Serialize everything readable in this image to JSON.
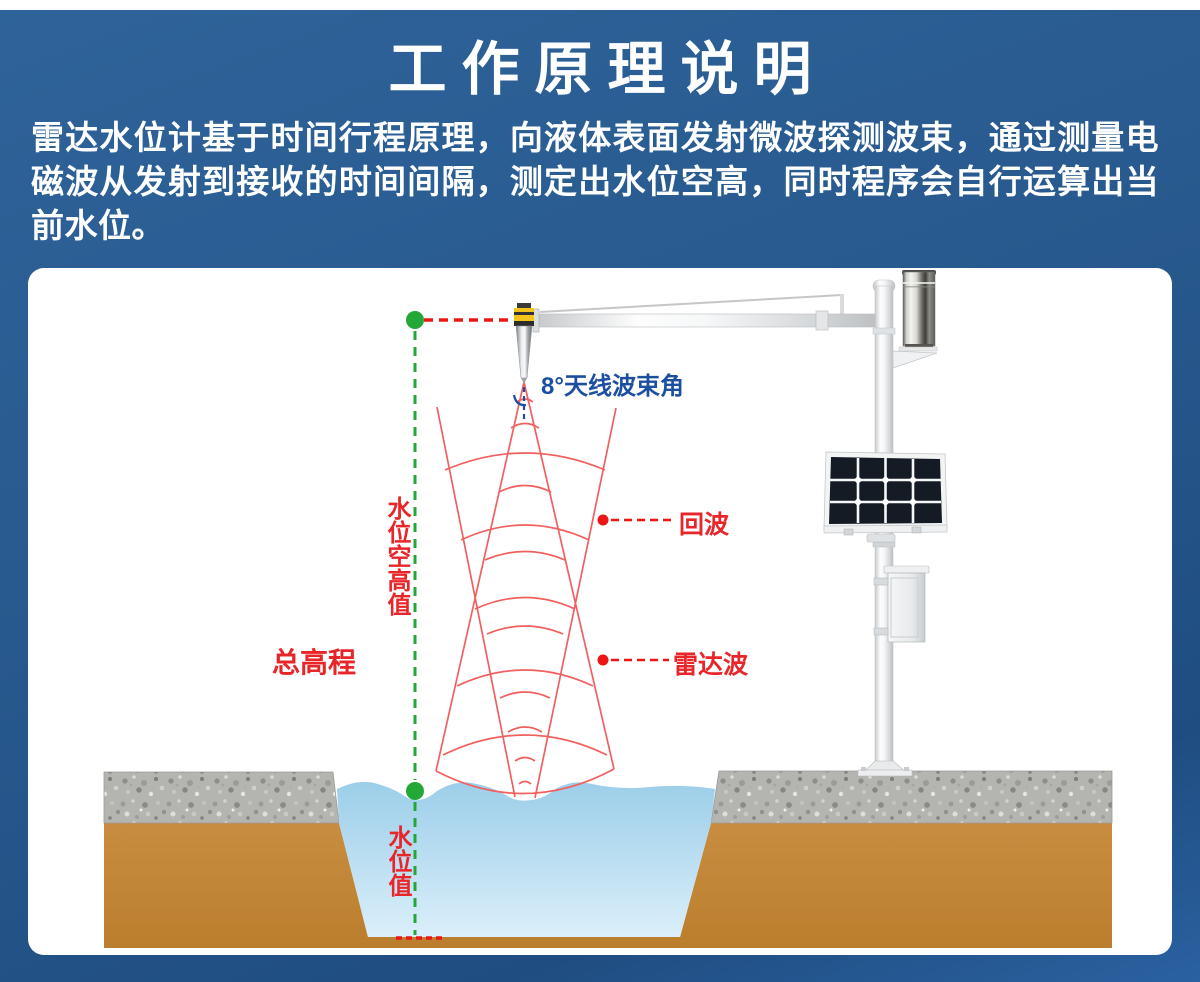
{
  "page": {
    "title": "工作原理说明",
    "description": "雷达水位计基于时间行程原理，向液体表面发射微波探测波束，通过测量电磁波从发射到接收的时间间隔，测定出水位空高，同时程序会自行运算出当前水位。"
  },
  "diagram": {
    "labels": {
      "beam_angle": "8°天线波束角",
      "echo": "回波",
      "radar_wave": "雷达波",
      "air_height_value": "水位空高值",
      "total_elevation": "总高程",
      "water_level_value": "水位值"
    },
    "colors": {
      "background_blue": "#28598e",
      "accent_red": "#e8262a",
      "beam_red": "#f15f5f",
      "dash_red": "#ee1515",
      "marker_green": "#23a838",
      "label_blue": "#1d4fa0",
      "water_blue": "#b5dbf0",
      "soil_brown": "#c1863b",
      "gravel_gray": "#b4b4b0"
    }
  }
}
